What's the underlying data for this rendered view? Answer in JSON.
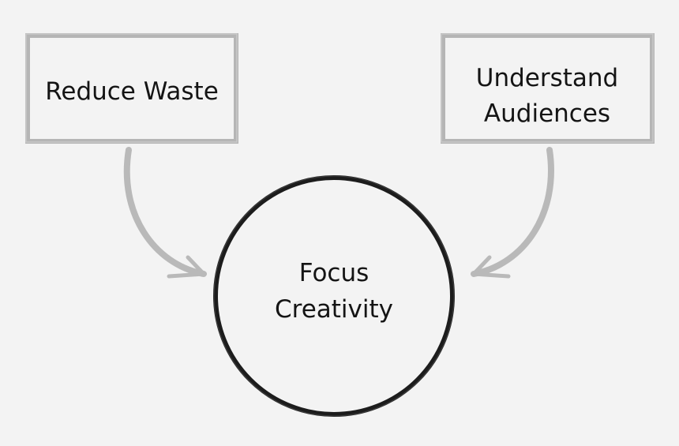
{
  "diagram": {
    "boxes": [
      {
        "id": "reduce-waste",
        "lines": [
          "Reduce Waste"
        ]
      },
      {
        "id": "understand-audiences",
        "lines": [
          "Understand",
          "Audiences"
        ]
      }
    ],
    "center": {
      "lines": [
        "Focus",
        "Creativity"
      ]
    },
    "colors": {
      "background": "#f3f3f3",
      "box_stroke": "#b5b5b5",
      "arrow_stroke": "#b9b9b9",
      "circle_stroke": "#1c1c1c",
      "text": "#141414"
    }
  }
}
